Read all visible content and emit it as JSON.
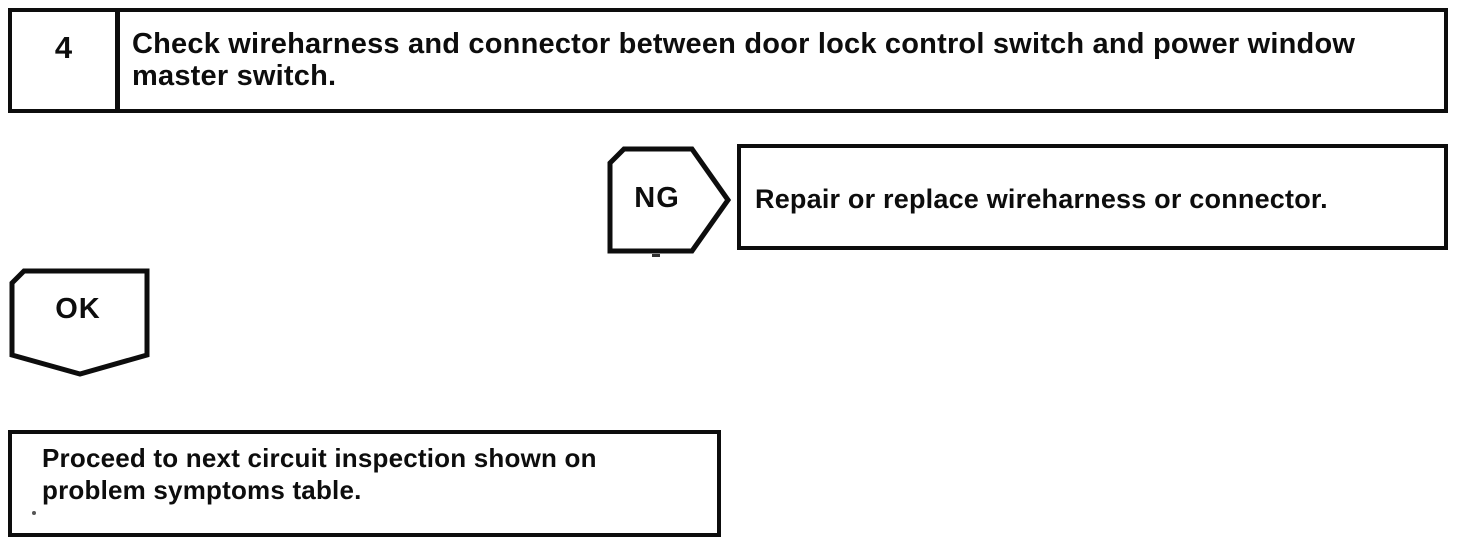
{
  "diagram": {
    "type": "troubleshooting-flowchart",
    "step": {
      "number": "4",
      "instruction": "Check wireharness and connector between door lock control switch and power window master switch."
    },
    "ng_branch": {
      "label": "NG",
      "action": "Repair or replace wireharness or connector."
    },
    "ok_branch": {
      "label": "OK",
      "action": "Proceed to next circuit inspection shown on problem symptoms table."
    },
    "colors": {
      "ink": "#0d0d0d",
      "paper": "#ffffff"
    }
  }
}
